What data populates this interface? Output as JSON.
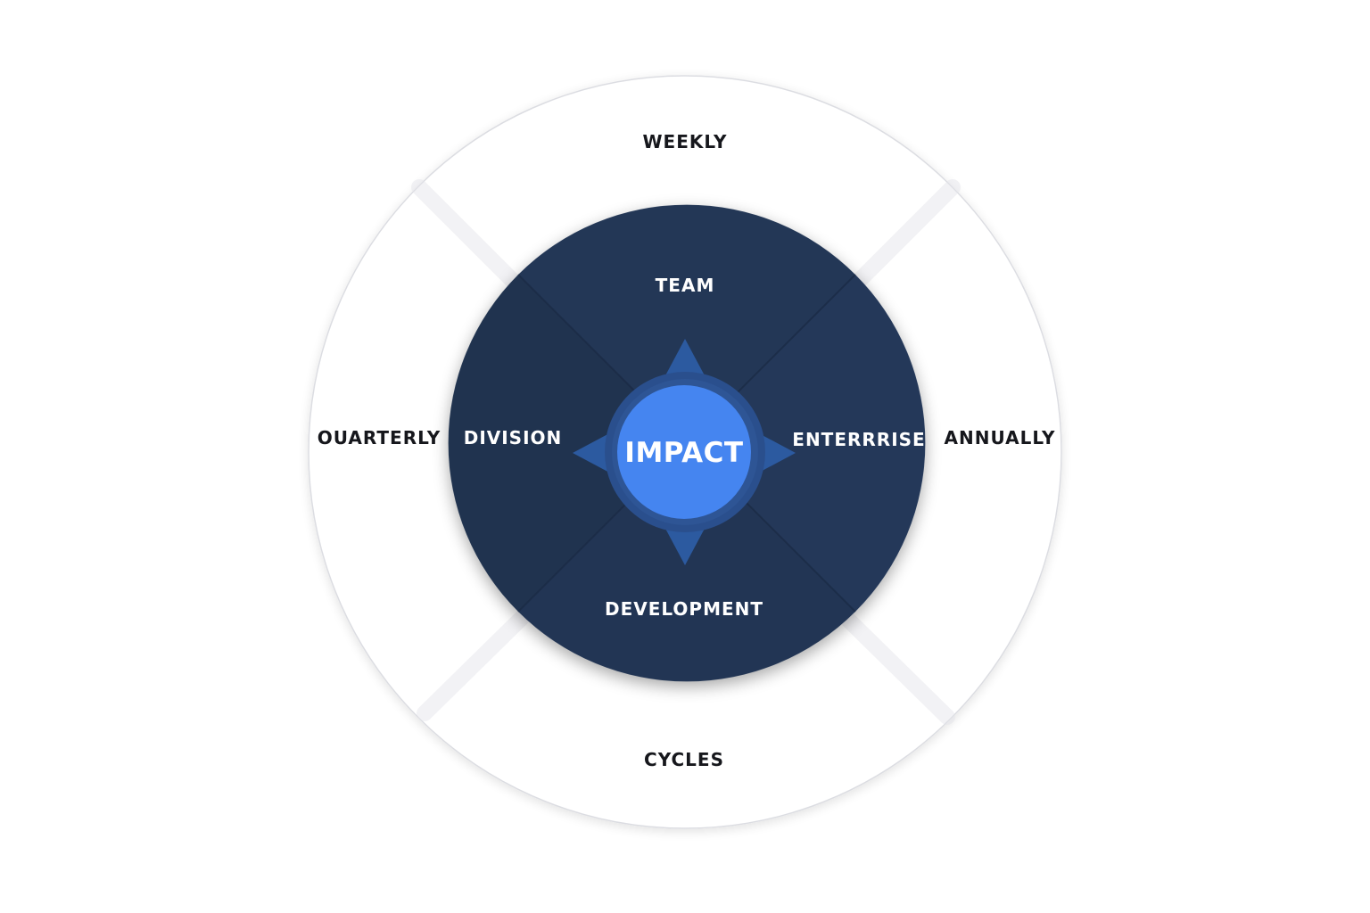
{
  "center": {
    "label": "IMPACT"
  },
  "inner_ring": {
    "top": "TEAM",
    "left": "DIVISION",
    "right": "ENTERRRISE",
    "bottom": "DEVELOPMENT"
  },
  "outer_ring": {
    "top": "WEEKLY",
    "left": "OUARTERLY",
    "right": "ANNUALLY",
    "bottom": "CYCLES"
  },
  "colors": {
    "outer_ring_fill": "#ffffff",
    "outer_ring_stroke": "#dcdde2",
    "inner_ring_fill": "#233654",
    "compass_star": "#2c5aa0",
    "center_fill": "#4585f0",
    "outer_text": "#16171c",
    "inner_text": "#ffffff"
  }
}
